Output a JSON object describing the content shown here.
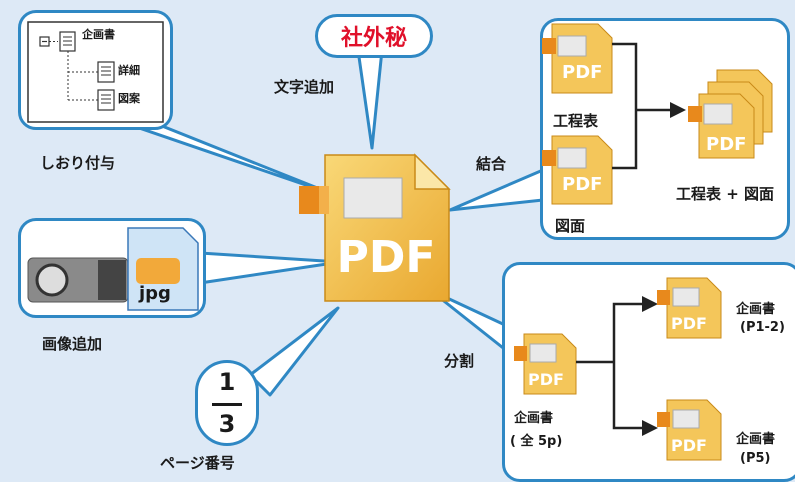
{
  "center": {
    "pdf_text": "PDF"
  },
  "text_add": {
    "stamp": "社外秘",
    "label": "文字追加"
  },
  "bookmark": {
    "root": "企画書",
    "child1": "詳細",
    "child2": "図案",
    "label": "しおり付与"
  },
  "combine": {
    "label": "結合",
    "file1": "工程表",
    "file2": "図面",
    "result": "工程表 + 図面"
  },
  "image_add": {
    "badge": "jpg",
    "label": "画像追加"
  },
  "page_number": {
    "numerator": "1",
    "denominator": "3",
    "label": "ページ番号"
  },
  "split": {
    "label": "分割",
    "source_name": "企画書",
    "source_pages": "( 全 5p)",
    "out1_name": "企画書",
    "out1_pages": "(P1-2)",
    "out2_name": "企画書",
    "out2_pages": "(P5)"
  },
  "colors": {
    "accent_blue": "#2f88c4",
    "stamp_red": "#e0102a",
    "pdf_yellow": "#f2c14e",
    "pdf_orange": "#e8891c",
    "background": "#dde9f6"
  }
}
